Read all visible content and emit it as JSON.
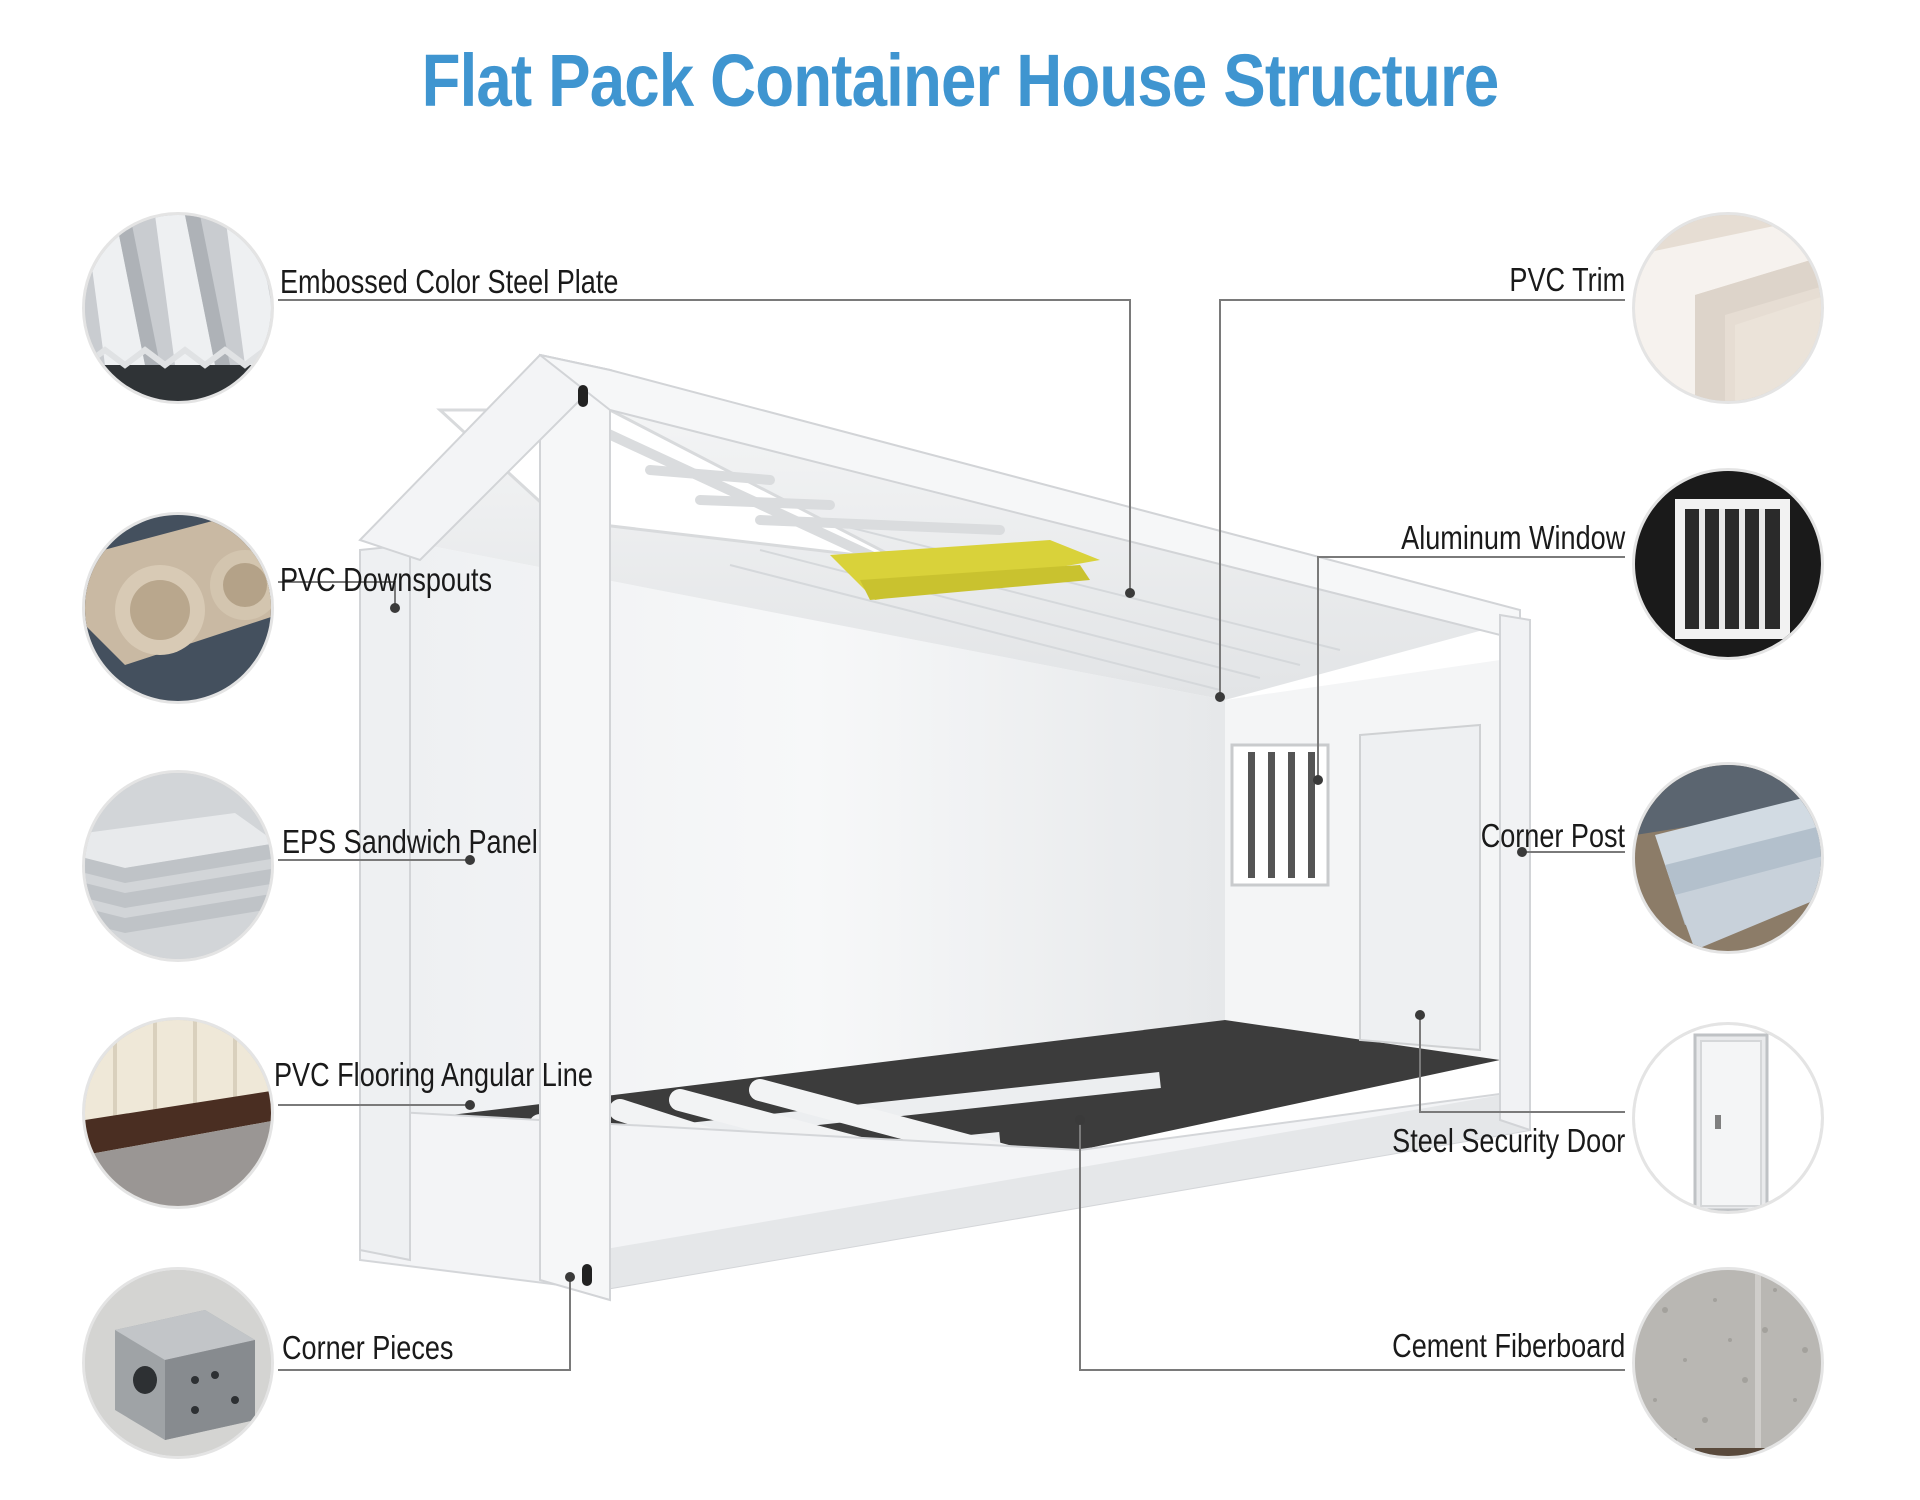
{
  "title": "Flat Pack Container House Structure",
  "components": {
    "embossed": "Embossed Color Steel Plate",
    "downspouts": "PVC Downspouts",
    "eps": "EPS Sandwich Panel",
    "flooring_line": "PVC Flooring Angular Line",
    "corner_pieces": "Corner Pieces",
    "pvc_trim": "PVC Trim",
    "window": "Aluminum Window",
    "corner_post": "Corner Post",
    "door": "Steel Security Door",
    "fiberboard": "Cement Fiberboard"
  },
  "colors": {
    "title": "#3f95d0",
    "frame": "#f3f4f6",
    "floor": "#3c3c3c",
    "insulation": "#d9d23a",
    "leader": "#7a7a7a"
  }
}
